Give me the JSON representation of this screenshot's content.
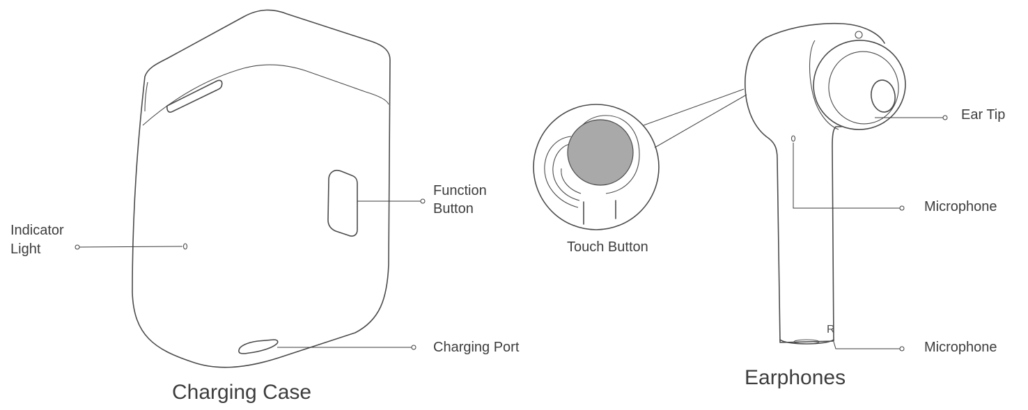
{
  "case": {
    "caption": "Charging Case",
    "labels": {
      "indicator_line1": "Indicator",
      "indicator_line2": "Light",
      "function_line1": "Function",
      "function_line2": "Button",
      "charging_port": "Charging Port"
    }
  },
  "earphones": {
    "caption": "Earphones",
    "side_mark": "R",
    "labels": {
      "touch_button": "Touch Button",
      "ear_tip": "Ear Tip",
      "microphone_upper": "Microphone",
      "microphone_lower": "Microphone"
    }
  },
  "colors": {
    "outline": "#4a4a4a",
    "touch_pad_fill": "#a9a9a9",
    "text": "#3d3d3d",
    "background": "#ffffff"
  }
}
